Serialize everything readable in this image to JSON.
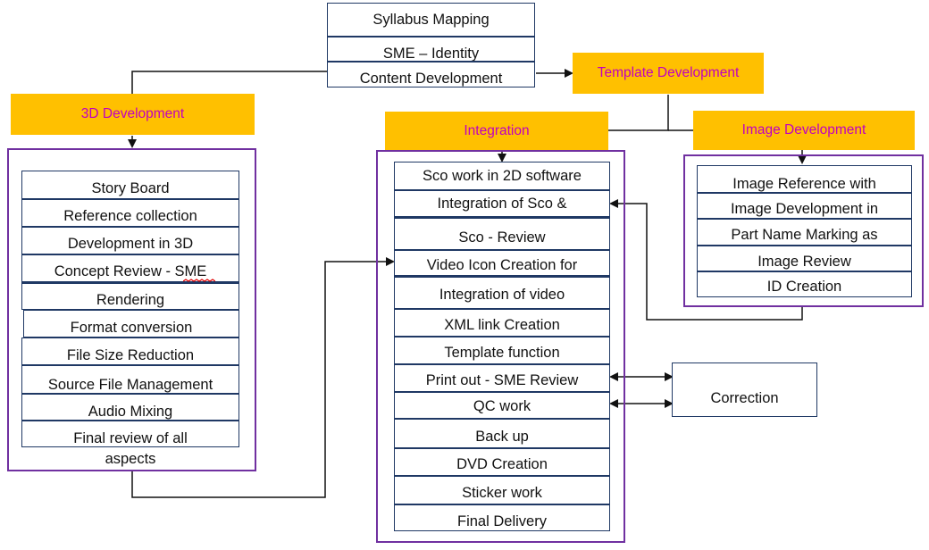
{
  "top": {
    "items": [
      "Syllabus Mapping",
      "SME – Identity",
      "Content Development"
    ]
  },
  "headers": {
    "three_d": "3D Development",
    "template": "Template  Development",
    "integration": "Integration",
    "image": "Image Development"
  },
  "three_d_items": [
    "Story Board",
    "Reference collection",
    "Development in 3D",
    "Concept Review - SME",
    "Rendering",
    "Format conversion",
    "File Size Reduction",
    "Source File Management",
    "Audio Mixing",
    "Final review of all",
    "aspects"
  ],
  "integration_items": [
    "Sco work in 2D software",
    "Integration of  Sco &",
    "Sco - Review",
    "Video Icon Creation for",
    "Integration of  video",
    "XML link Creation",
    "Template function",
    "Print out - SME Review",
    "QC work",
    "Back up",
    "DVD Creation",
    "Sticker  work",
    "Final Delivery"
  ],
  "image_items": [
    "Image Reference with",
    "Image Development in",
    "Part Name Marking as",
    "Image  Review",
    "ID Creation"
  ],
  "correction": "Correction",
  "colors": {
    "header_fill": "#ffc000",
    "header_text": "#c000c0",
    "frame": "#7030a0",
    "cell_border": "#1f3864",
    "spellcheck": "#e00000"
  }
}
